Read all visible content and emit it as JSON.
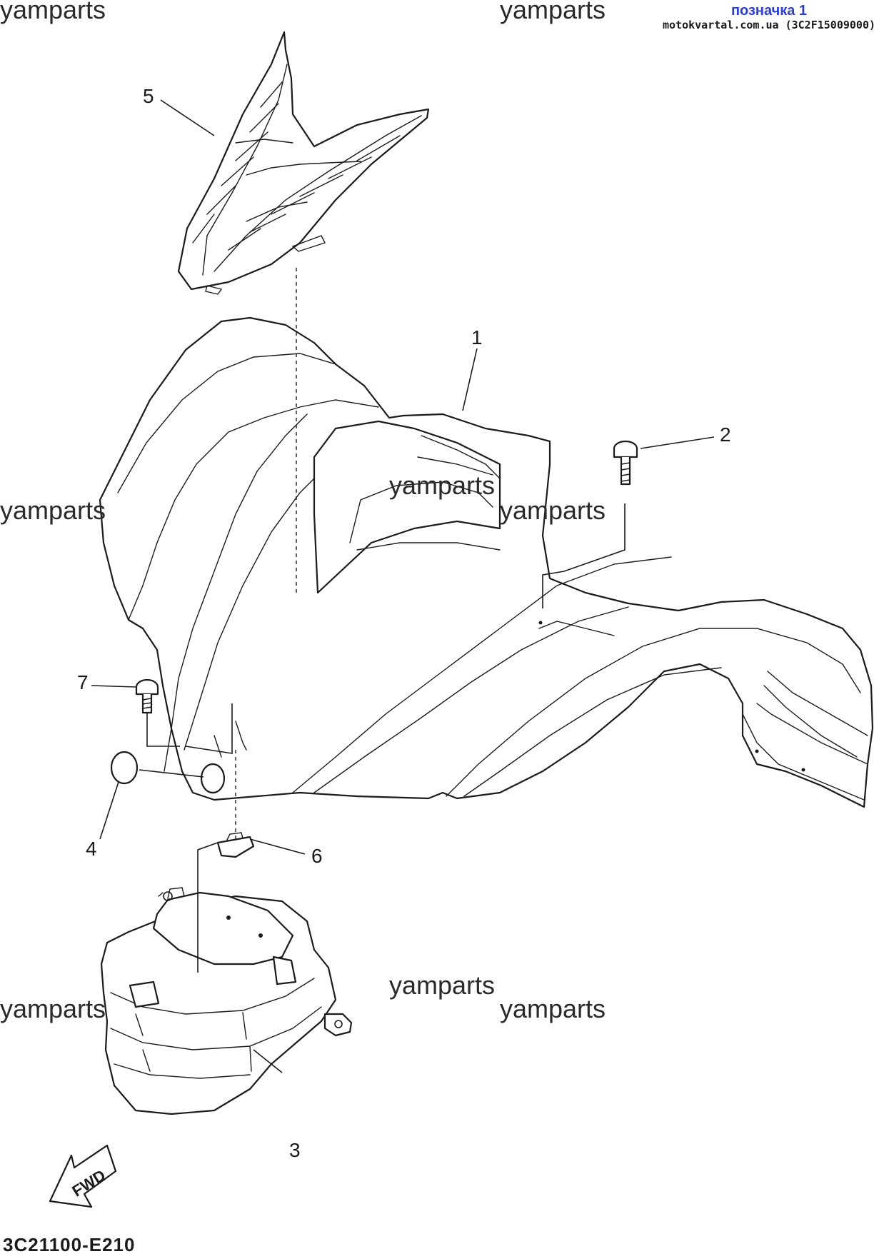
{
  "header": {
    "link_label": "позначка 1",
    "source_line": "motokvartal.com.ua (3C2F15009000)"
  },
  "watermarks": [
    "yamparts",
    "yamparts",
    "yamparts",
    "yamparts",
    "yamparts",
    "yamparts",
    "yamparts",
    "yamparts"
  ],
  "callouts": {
    "part_1": "1",
    "part_2": "2",
    "part_3": "3",
    "part_4": "4",
    "part_5": "5",
    "part_6": "6",
    "part_7": "7"
  },
  "fwd_label": "FWD",
  "catalog_code": "3C21100-E210",
  "colors": {
    "link": "#2b3ce0",
    "line": "#1b1b1b",
    "background": "#ffffff"
  }
}
